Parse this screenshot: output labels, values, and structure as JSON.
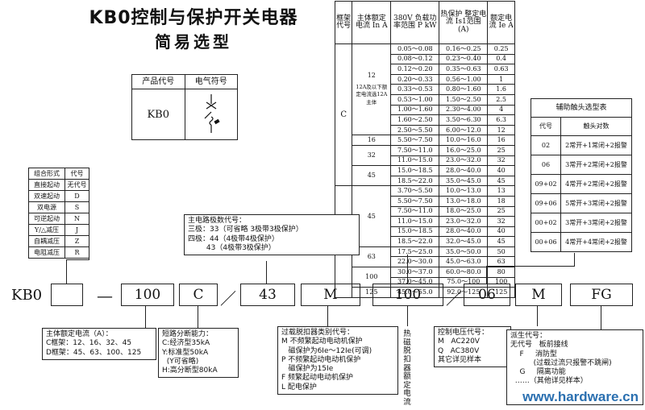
{
  "title": "KB0控制与保护开关电器",
  "subtitle": "简易选型",
  "product_table": {
    "headers": [
      "产品代号",
      "电气符号"
    ],
    "code": "KB0"
  },
  "combination_table": {
    "headers": [
      "组合形式",
      "代号"
    ],
    "rows": [
      [
        "直接起动",
        "无代号"
      ],
      [
        "双速起动",
        "D"
      ],
      [
        "双电源",
        "S"
      ],
      [
        "可逆起动",
        "N"
      ],
      [
        "Y/△减压",
        "J"
      ],
      [
        "自耦减压",
        "Z"
      ],
      [
        "电阻减压",
        "R"
      ]
    ]
  },
  "rating_table": {
    "headers": [
      "框架代号",
      "主体额定电流 In A",
      "380V 负载功率范围 P kW",
      "热保护 整定电流 Is1范围 (A)",
      "额定电流 Ie A"
    ],
    "frames": [
      {
        "frame": "C",
        "groups": [
          {
            "main": "12",
            "note": "12A及以下额定电流选12A主体",
            "rows": [
              [
                "0.05～0.08",
                "0.16～0.25",
                "0.25"
              ],
              [
                "0.08～0.12",
                "0.23～0.40",
                "0.4"
              ],
              [
                "0.12～0.20",
                "0.35～0.63",
                "0.63"
              ],
              [
                "0.20～0.33",
                "0.56～1.00",
                "1"
              ],
              [
                "0.33～0.53",
                "0.80～1.60",
                "1.6"
              ],
              [
                "0.53～1.00",
                "1.50～2.50",
                "2.5"
              ],
              [
                "1.00～1.60",
                "2.30～4.00",
                "4"
              ],
              [
                "1.60～2.50",
                "3.50～6.30",
                "6.3"
              ],
              [
                "2.50～5.50",
                "6.00～12.0",
                "12"
              ]
            ]
          },
          {
            "main": "16",
            "rows": [
              [
                "5.50～7.50",
                "10.0～16.0",
                "16"
              ]
            ]
          },
          {
            "main": "32",
            "rows": [
              [
                "7.50～11.0",
                "16.0～25.0",
                "25"
              ],
              [
                "11.0～15.0",
                "23.0～32.0",
                "32"
              ]
            ]
          },
          {
            "main": "45",
            "rows": [
              [
                "15.0～18.5",
                "28.0～40.0",
                "40"
              ],
              [
                "18.5～22.0",
                "35.0～45.0",
                "45"
              ]
            ]
          }
        ]
      },
      {
        "frame": "D",
        "groups": [
          {
            "main": "45",
            "rows": [
              [
                "3.70～5.50",
                "10.0～13.0",
                "13"
              ],
              [
                "5.50～7.50",
                "13.0～18.0",
                "18"
              ],
              [
                "7.50～11.0",
                "18.0～25.0",
                "25"
              ],
              [
                "11.0～15.0",
                "23.0～32.0",
                "32"
              ],
              [
                "15.0～18.5",
                "28.0～40.0",
                "40"
              ],
              [
                "18.5～22.0",
                "32.0～45.0",
                "45"
              ]
            ]
          },
          {
            "main": "63",
            "rows": [
              [
                "17.5～25.0",
                "35.0～50.0",
                "50"
              ],
              [
                "22.0～30.0",
                "45.0～63.0",
                "63"
              ]
            ]
          },
          {
            "main": "100",
            "rows": [
              [
                "30.0～37.0",
                "60.0～80.0",
                "80"
              ],
              [
                "37.0～45.0",
                "75.0～100",
                "100"
              ]
            ]
          },
          {
            "main": "125",
            "rows": [
              [
                "45.0～55.0",
                "92.0～125",
                "125"
              ]
            ]
          }
        ]
      }
    ]
  },
  "aux_table": {
    "title": "辅助触头选型表",
    "headers": [
      "代号",
      "触头对数"
    ],
    "rows": [
      [
        "02",
        "2常开+1常闭+2报警"
      ],
      [
        "06",
        "3常开+2常闭+2报警"
      ],
      [
        "09+02",
        "4常开+2常闭+2报警"
      ],
      [
        "09+06",
        "5常开+3常闭+2报警"
      ],
      [
        "00+02",
        "3常开+3常闭+2报警"
      ],
      [
        "00+06",
        "4常开+4常闭+2报警"
      ]
    ]
  },
  "model_code": {
    "prefix": "KB0",
    "dash": "—",
    "slash": "／",
    "fields": [
      "",
      "100",
      "C",
      "43",
      "M",
      "100",
      "06",
      "M",
      "FG"
    ]
  },
  "main_circuit_note": "主电路极数代号：\n三极：33（可省略 3极带3极保护）\n四极：44（4极带4极保护）\n        43（4极带3极保护）",
  "main_current_note": "主体额定电流（A）：\nC框架：12、16、32、45\nD框架：45、63、100、125",
  "breaking_note": "短路分断能力：\nC:经济型35kA\nY:标准型50kA\n  (Y可省略)\nH:高分断型80kA",
  "release_note": "过载脱扣器类别代号：\nM 不频繁起动电动机保护\n   磁保护为6Ie～12Ie(可调)\nP 不频繁起动电动机保护\n   磁保护为15Ie\nF 频繁起动电动机保护\nL 配电保护",
  "thermal_label": "热磁脱扣器额定电流",
  "control_note": "控制电压代号：\nM   AC220V\nQ   AC380V\n其它详见样本",
  "derived_note": "派生代号：\n无代号   板前接线\n    F     消防型\n          (过载过流只报警不跳闸)\n    G     隔离功能\n  ……（其他详见样本）",
  "watermark": "www.hardware.cn",
  "colors": {
    "watermark": "#2a6fb0",
    "line": "#222222"
  }
}
